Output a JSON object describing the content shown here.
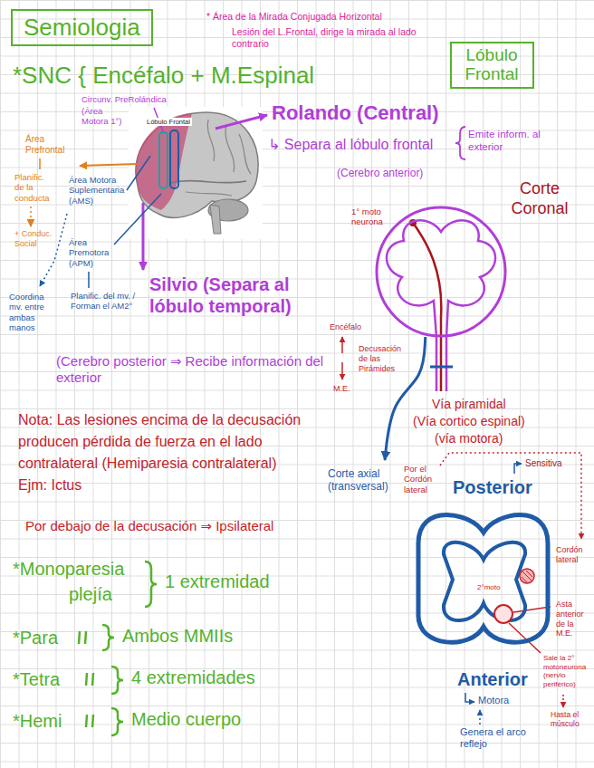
{
  "diagram": {
    "title": "Semiologia",
    "nodes": [
      {
        "text": [
          "Lóbulo Frontal"
        ]
      },
      {
        "text": [
          "Corte Coronal",
          "1° moto neurona"
        ]
      },
      {
        "text": [
          "Corte axial (transversal)",
          "Posterior",
          "Anterior"
        ]
      }
    ],
    "edges": [
      {
        "from": 1,
        "to": 2,
        "arrow": "to"
      }
    ],
    "labels": [
      "* Área de la Mirada Conjugada Horizontal",
      "Lesión del L.Frontal, dirige la mirada al lado contrario",
      "*SNC { Encéfalo + M.Espinal",
      "Circunv. PreRolándica",
      "(Área Motora 1°)",
      "Lóbulo Frontal",
      "Rolando (Central)",
      "↳ Separa al lóbulo frontal",
      "(Cerebro anterior)",
      "Emite inform. al exterior",
      "Área Prefrontal",
      "Planific. de la conducta",
      "+ Conduc. Social",
      "Área Motora Suplementaria (AMS)",
      "Área Premotora (APM)",
      "Planific. del mv. / Forman el AM2°",
      "Coordina mv. entre ambas manos",
      "Silvio (Separa al lóbulo temporal)",
      "(Cerebro posterior ⇒ Recibe información del exterior",
      "Encéfalo",
      "M.E.",
      "Decusación de las Pirámides",
      "Vía piramidal",
      "(Vía cortico espinal)",
      "(vía motora)",
      "Nota: Las lesiones encima de la decusación producen pérdida de fuerza en el lado contralateral (Hemiparesia contralateral) Ejm: Ictus",
      "Por debajo de la decusación ⇒ Ipsilateral",
      "Por el Cordón lateral",
      "Sensitiva",
      "Cordón lateral",
      "2°moto",
      "Asta anterior de la M.E.",
      "Sale la 2° motoneurona (nervio periférico)",
      "Hasta el músculo",
      "Motora",
      "Genera el arco reflejo",
      "*Monoparesia",
      "plejía",
      "1 extremidad",
      "*Para",
      "Ambos MMIIs",
      "*Tetra",
      "4 extremidades",
      "*Hemi",
      "Medio cuerpo"
    ]
  }
}
